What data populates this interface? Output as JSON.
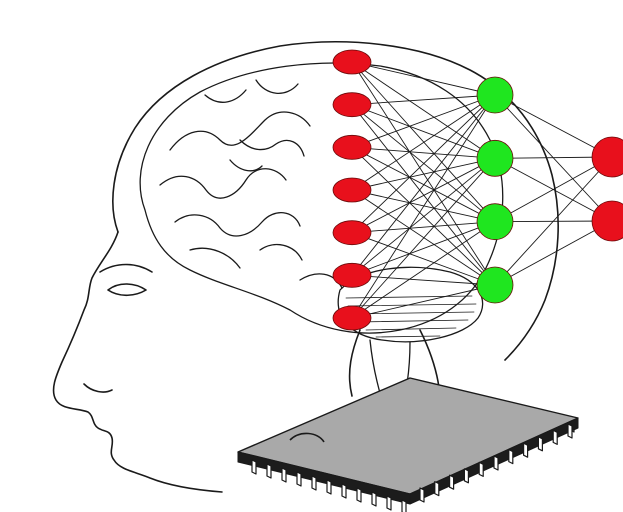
{
  "colors": {
    "background": "#ffffff",
    "ink": "#1a1a1a",
    "input_node": "#e8101c",
    "hidden_node": "#1fe61f",
    "output_node": "#e8101c",
    "chip_top": "#a9a9a9",
    "chip_side": "#1c1c1c"
  },
  "network": {
    "layers": [
      {
        "role": "input",
        "node_count": 7
      },
      {
        "role": "hidden",
        "node_count": 4
      },
      {
        "role": "output",
        "node_count": 2
      }
    ],
    "connectivity": "fully-connected"
  },
  "icons": [
    "human-head-profile",
    "brain",
    "integrated-circuit-chip"
  ]
}
